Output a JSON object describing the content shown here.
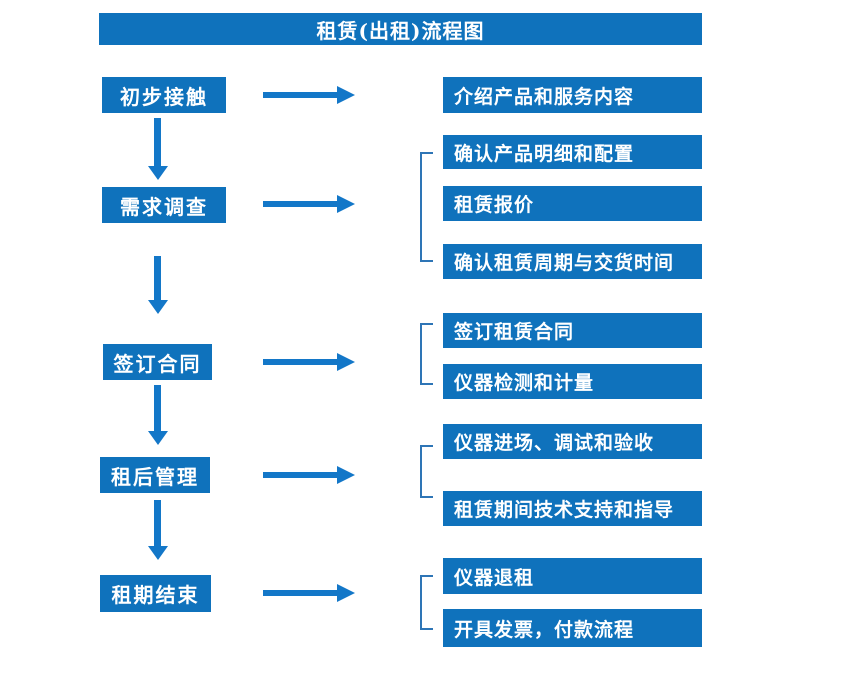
{
  "title": "租赁(出租)流程图",
  "colors": {
    "primary": "#0F72BC",
    "arrow": "#1377C8",
    "bracket": "#2E75B6",
    "text_on_primary": "#FFFFFF",
    "background": "#FFFFFF"
  },
  "steps": [
    {
      "label": "初步接触",
      "details": [
        "介绍产品和服务内容"
      ]
    },
    {
      "label": "需求调查",
      "details": [
        "确认产品明细和配置",
        "租赁报价",
        "确认租赁周期与交货时间"
      ]
    },
    {
      "label": "签订合同",
      "details": [
        "签订租赁合同",
        "仪器检测和计量"
      ]
    },
    {
      "label": "租后管理",
      "details": [
        "仪器进场、调试和验收",
        "租赁期间技术支持和指导"
      ]
    },
    {
      "label": "租期结束",
      "details": [
        "仪器退租",
        "开具发票，付款流程"
      ]
    }
  ]
}
